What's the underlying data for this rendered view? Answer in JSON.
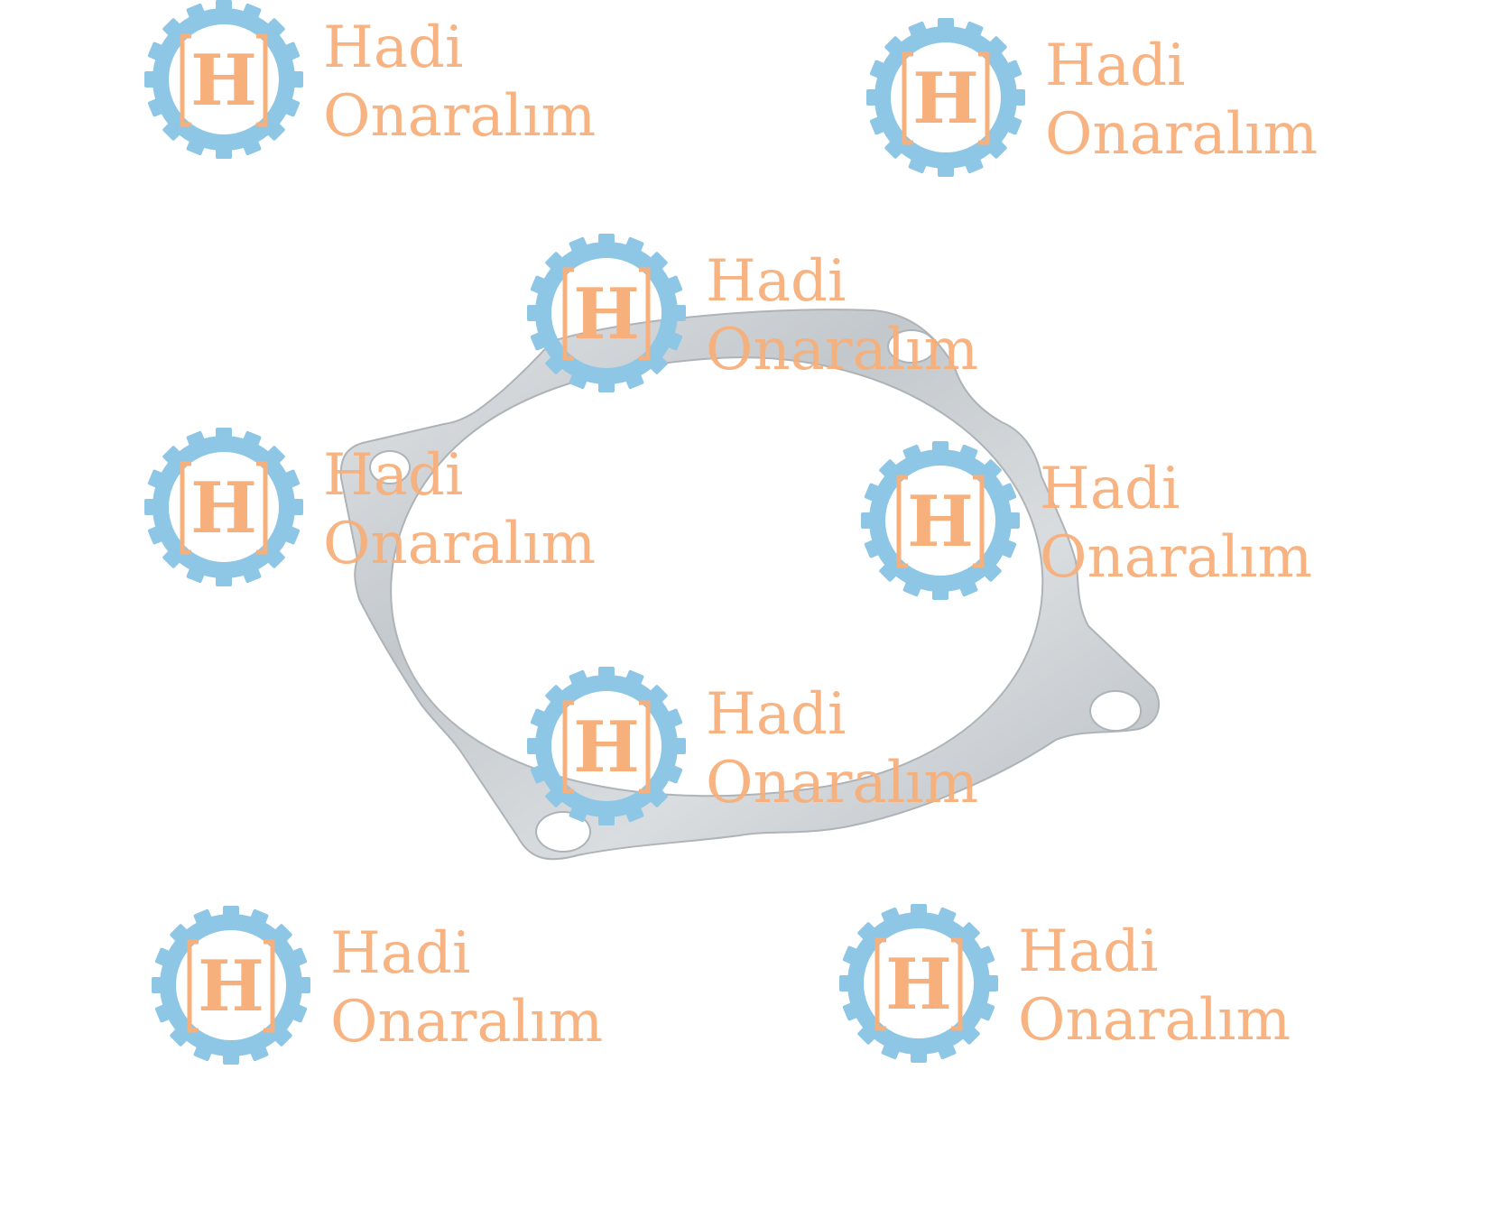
{
  "watermark": {
    "line1": "Hadi",
    "line2": "Onaralım",
    "logo_letter": "H",
    "gear_color": "#8ec6e6",
    "text_color": "#f7b07c"
  },
  "subject": {
    "object": "gasket",
    "color": "#c9cdd1",
    "background": "#ffffff"
  }
}
